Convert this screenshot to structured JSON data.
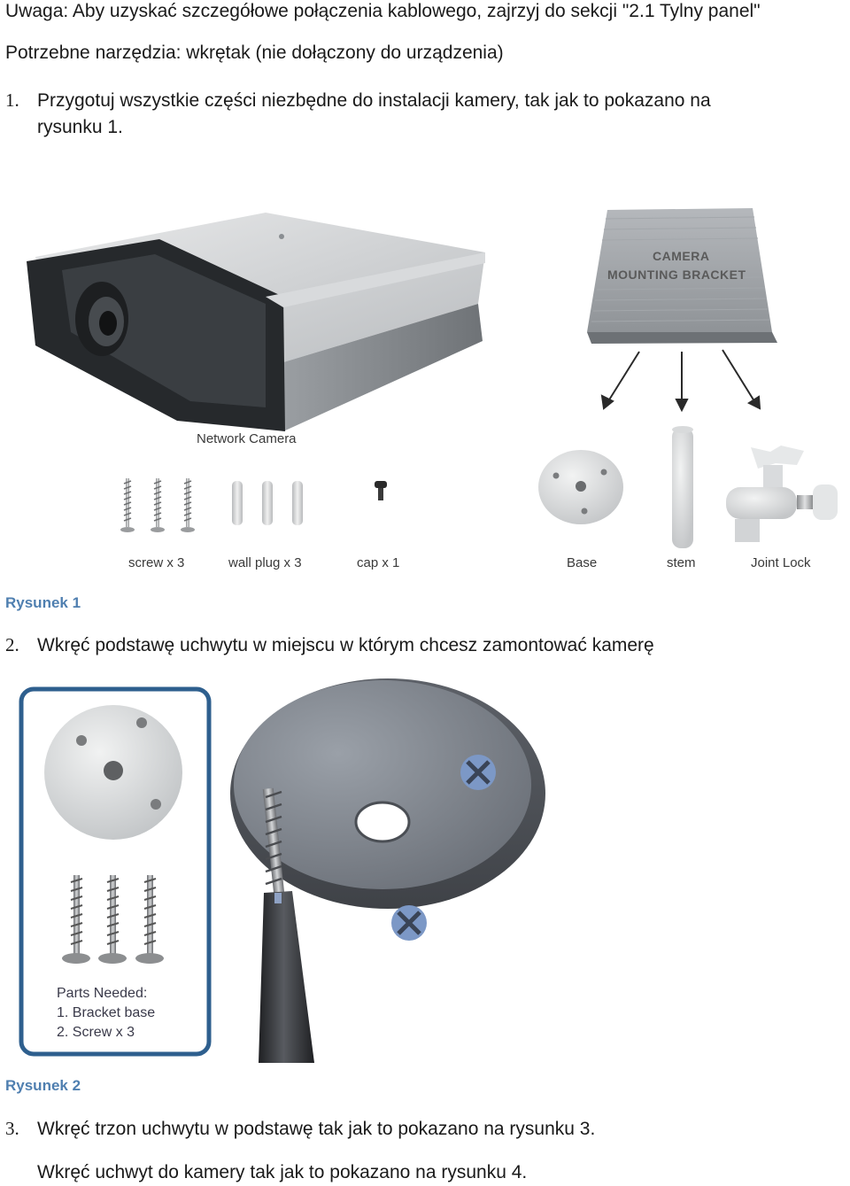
{
  "intro": {
    "warning": "Uwaga: Aby uzyskać szczegółowe połączenia kablowego, zajrzyj do sekcji \"2.1 Tylny panel\"",
    "tools": "Potrzebne narzędzia: wkrętak (nie dołączony do urządzenia)"
  },
  "steps": [
    {
      "num": "1.",
      "text": "Przygotuj wszystkie części niezbędne do instalacji kamery, tak jak to pokazano na",
      "text_cont": "rysunku 1."
    },
    {
      "num": "2.",
      "text": "Wkręć podstawę uchwytu w miejscu w którym chcesz zamontować kamerę"
    },
    {
      "num": "3.",
      "text": "Wkręć trzon uchwytu w podstawę tak jak to pokazano na rysunku 3."
    },
    {
      "text": "Wkręć uchwyt do kamery tak jak to pokazano na rysunku 4."
    }
  ],
  "figure1": {
    "caption": "Rysunek 1",
    "box_line1": "CAMERA",
    "box_line2": "MOUNTING BRACKET",
    "labels": {
      "camera": "Network Camera",
      "screw": "screw x 3",
      "wall_plug": "wall plug x 3",
      "cap": "cap x 1",
      "base": "Base",
      "stem": "stem",
      "joint_lock": "Joint Lock"
    }
  },
  "figure2": {
    "caption": "Rysunek 2",
    "parts_title": "Parts Needed:",
    "parts": [
      "1. Bracket base",
      "2. Screw x 3"
    ]
  },
  "colors": {
    "caption": "#4f7fb0",
    "panel_border": "#2e5f8e"
  }
}
